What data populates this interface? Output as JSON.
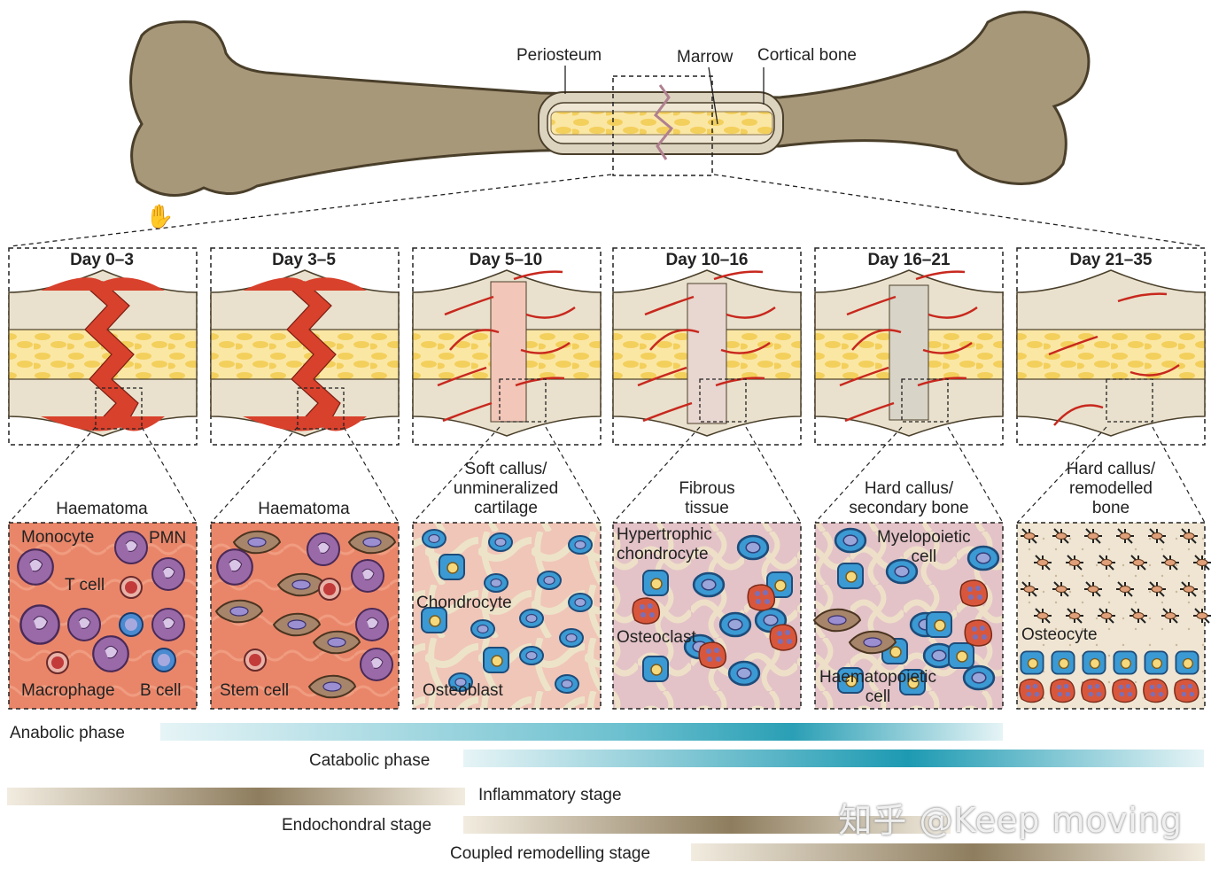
{
  "bone_labels": {
    "periosteum": "Periosteum",
    "marrow": "Marrow",
    "cortical_bone": "Cortical bone"
  },
  "stages": [
    {
      "day": "Day 0–3",
      "tissue": "Haematoma"
    },
    {
      "day": "Day 3–5",
      "tissue": "Haematoma"
    },
    {
      "day": "Day 5–10",
      "tissue": "Soft callus/\nunmineralized\ncartilage"
    },
    {
      "day": "Day 10–16",
      "tissue": "Fibrous\ntissue"
    },
    {
      "day": "Day 16–21",
      "tissue": "Hard callus/\nsecondary bone"
    },
    {
      "day": "Day 21–35",
      "tissue": "Hard callus/\nremodelled\nbone"
    }
  ],
  "cell_labels": {
    "monocyte": "Monocyte",
    "pmn": "PMN",
    "t_cell": "T cell",
    "macrophage": "Macrophage",
    "b_cell": "B cell",
    "stem_cell": "Stem cell",
    "chondrocyte": "Chondrocyte",
    "osteoblast": "Osteoblast",
    "hypertrophic_chondrocyte": "Hypertrophic\nchondrocyte",
    "osteoclast": "Osteoclast",
    "myelopoietic_cell": "Myelopoietic\ncell",
    "haematopoietic_cell": "Haematopoietic\ncell",
    "osteocyte": "Osteocyte"
  },
  "phases": [
    {
      "label": "Anabolic phase",
      "color": "#2aa0b8"
    },
    {
      "label": "Catabolic phase",
      "color": "#2aa0b8"
    }
  ],
  "stages_timeline": [
    {
      "label": "Inflammatory stage",
      "color": "#8a7a5a"
    },
    {
      "label": "Endochondral stage",
      "color": "#8a7a5a"
    },
    {
      "label": "Coupled remodelling stage",
      "color": "#8a7a5a"
    }
  ],
  "watermark": "知乎 @Keep moving",
  "colors": {
    "bone": "#a8987a",
    "bone_outline": "#4a3f2a",
    "marrow": "#f6dc86",
    "cortex": "#e8e0cc",
    "haematoma": "#d8412c",
    "panel_red": "#e88a6e",
    "panel_pink": "#ddb8c0"
  }
}
